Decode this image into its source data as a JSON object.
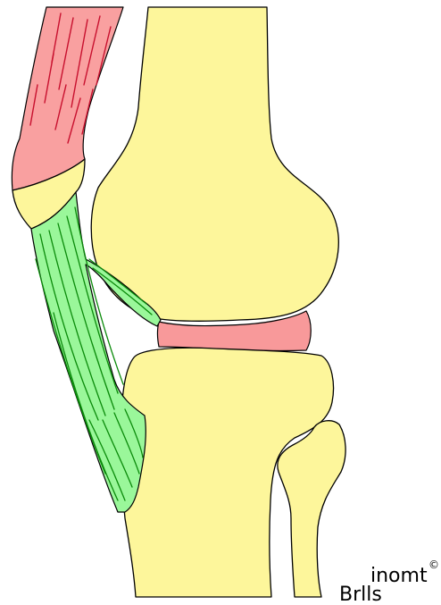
{
  "diagram": {
    "parts": [
      {
        "name": "femur",
        "label": ""
      },
      {
        "name": "tibia",
        "label": ""
      },
      {
        "name": "fibula",
        "label": ""
      },
      {
        "name": "meniscus",
        "label": ""
      },
      {
        "name": "muscle",
        "label": ""
      },
      {
        "name": "tendon",
        "label": ""
      },
      {
        "name": "ligament",
        "label": ""
      }
    ],
    "colors": {
      "bone": "#fdf69b",
      "muscle": "#f9a0a0",
      "muscle_fiber": "#c8102e",
      "cartilage": "#f8999a",
      "tendon_cap": "#fdf69b",
      "ligament": "#9af79a",
      "ligament_fiber": "#0a8a0a",
      "outline": "#000000"
    }
  },
  "watermark": {
    "line1": "inomt",
    "line2": "Brlls",
    "mark": "©"
  }
}
